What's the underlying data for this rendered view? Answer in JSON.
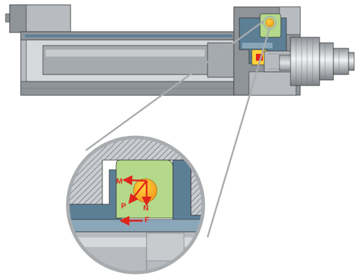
{
  "diagram": {
    "colors": {
      "steel_dark": "#6f7378",
      "steel_mid": "#8f9499",
      "steel_light": "#b8bcc0",
      "steel_pale": "#d6d9dc",
      "blue_body": "#5d7f96",
      "blue_light": "#8aa7ba",
      "green_chamber": "#b5d98a",
      "ball_orange": "#f39a1e",
      "ball_yellow": "#ffd23c",
      "arrow_red": "#e0251b",
      "outline": "#2b2b2b",
      "callout": "#a9acaf"
    },
    "labels": {
      "m": "M",
      "n": "N",
      "p": "P",
      "f": "F"
    }
  }
}
